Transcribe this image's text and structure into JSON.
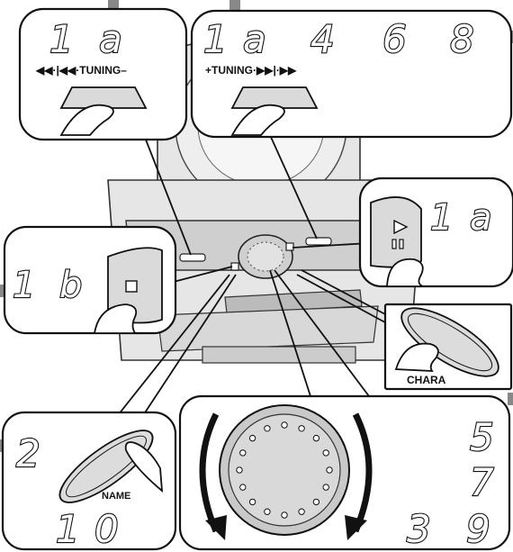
{
  "panels": {
    "top_left": {
      "steps": [
        "1",
        "a"
      ],
      "label": "◀◀·|◀◀·TUNING–"
    },
    "top_right": {
      "steps": [
        "1",
        "a",
        "4",
        "6",
        "8"
      ],
      "label": "+TUNING·▶▶|·▶▶"
    },
    "right_play": {
      "steps": [
        "1",
        "a"
      ]
    },
    "left_stop": {
      "steps": [
        "1",
        "b"
      ]
    },
    "chara": {
      "label": "CHARA"
    },
    "name": {
      "steps": [
        "2",
        "1",
        "0"
      ],
      "label": "NAME"
    },
    "dial": {
      "steps": [
        "5",
        "7",
        "3",
        "9"
      ]
    }
  },
  "icons": {
    "play": "play-triangle-icon",
    "pause": "pause-bars-icon",
    "stop": "stop-square-icon"
  },
  "colors": {
    "line": "#111111",
    "button_fill": "#dadada",
    "unit_fill": "#e6e6e6"
  }
}
